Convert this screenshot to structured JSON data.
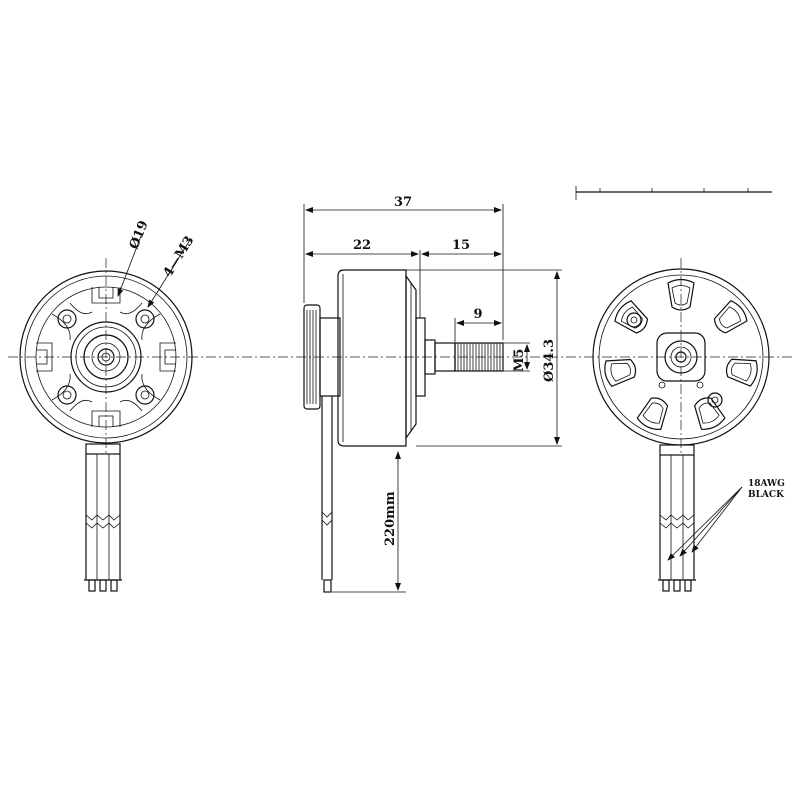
{
  "front_view": {
    "bolt_circle_label": "Ø19",
    "mount_holes_label": "4—M3"
  },
  "side_view": {
    "overall_length_label": "37",
    "body_length_label": "22",
    "shaft_length_label": "15",
    "thread_length_label": "9",
    "thread_label": "M5",
    "diameter_label": "Ø34.3",
    "lead_length_label": "220mm"
  },
  "rear_view": {
    "wire_gauge_label": "18AWG",
    "wire_color_label": "BLACK"
  }
}
